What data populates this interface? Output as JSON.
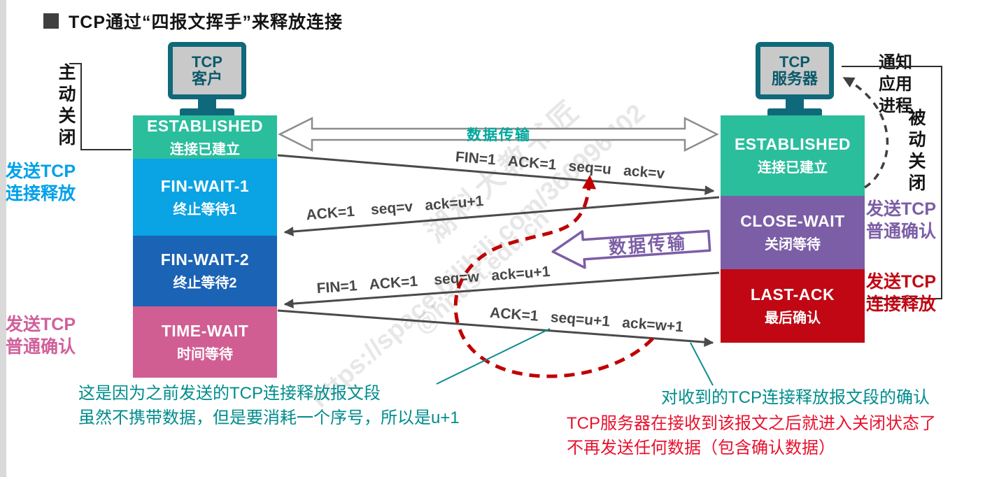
{
  "title": {
    "text": "TCP通过“四报文挥手”来释放连接"
  },
  "client": {
    "device": [
      "TCP",
      "客户"
    ],
    "states": [
      {
        "en": "ESTABLISHED",
        "zh": "连接已建立",
        "color": "#2BBE9C"
      },
      {
        "en": "FIN-WAIT-1",
        "zh": "终止等待1",
        "color": "#0AA3E4"
      },
      {
        "en": "FIN-WAIT-2",
        "zh": "终止等待2",
        "color": "#1A63B5"
      },
      {
        "en": "TIME-WAIT",
        "zh": "时间等待",
        "color": "#D05E93"
      }
    ]
  },
  "server": {
    "device": [
      "TCP",
      "服务器"
    ],
    "states": [
      {
        "en": "ESTABLISHED",
        "zh": "连接已建立",
        "color": "#2BBE9C"
      },
      {
        "en": "CLOSE-WAIT",
        "zh": "关闭等待",
        "color": "#7C5EA6"
      },
      {
        "en": "LAST-ACK",
        "zh": "最后确认",
        "color": "#C00713"
      }
    ]
  },
  "side_labels": {
    "active_close": "主动关闭",
    "passive_close": "被动关闭",
    "notify_app": [
      "通知",
      "应用",
      "进程"
    ],
    "client_send_release": [
      "发送TCP",
      "连接释放"
    ],
    "client_send_ack": [
      "发送TCP",
      "普通确认"
    ],
    "server_send_ack": [
      "发送TCP",
      "普通确认"
    ],
    "server_send_release": [
      "发送TCP",
      "连接释放"
    ]
  },
  "messages": {
    "data_transfer_top": "数据传输",
    "data_transfer_mid": "数据传输",
    "fin1": "FIN=1   ACK=1   seq=u   ack=v",
    "ack1": "ACK=1    seq=v   ack=u+1",
    "fin2": "FIN=1   ACK=1    seq=w   ack=u+1",
    "ack2": "ACK=1   seq=u+1   ack=w+1"
  },
  "annotations": {
    "seq_note_1": "这是因为之前发送的TCP连接释放报文段",
    "seq_note_2": "虽然不携带数据，但是要消耗一个序号，所以是u+1",
    "ack_note": "对收到的TCP连接释放报文段的确认",
    "server_close_1": "TCP服务器在接收到该报文之后就进入关闭状态了",
    "server_close_2": "不再发送任何数据（包含确认数据）"
  },
  "watermarks": [
    "https://space.bilibili.com/360996402",
    "湖科大教书匠",
    "@hnust.edu.cn"
  ],
  "colors": {
    "client_release_label": "#00A0E9",
    "client_ack_label": "#D0609A",
    "server_ack_label": "#7C5EA6",
    "server_release_label": "#C00713",
    "teal_annotation": "#008C8C",
    "red_annotation": "#E8112D",
    "arrow_gray": "#4a4a4a",
    "red_dashed_arrow": "#C00000",
    "data_transfer_teal": "#00A99D",
    "monitor_teal": "#10697A"
  }
}
